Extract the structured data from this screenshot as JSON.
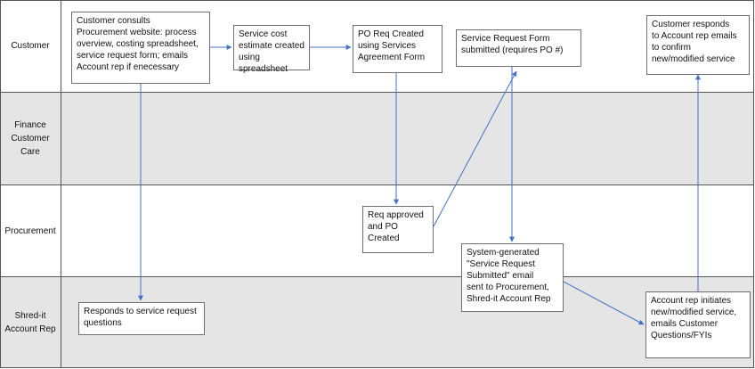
{
  "colors": {
    "lane_shaded": "#e5e5e5",
    "lane_white": "#ffffff",
    "arrow": "#4472c4",
    "border": "#555555"
  },
  "lanes": [
    {
      "label": "Customer"
    },
    {
      "label": "Finance\nCustomer\nCare"
    },
    {
      "label": "Procurement"
    },
    {
      "label": "Shred-it\nAccount Rep"
    }
  ],
  "steps": {
    "consults": "Customer consults\nProcurement website: process\noverview, costing spreadsheet,\nservice request form; emails\nAccount rep if enecessary",
    "estimate": "Service cost\nestimate created\nusing spreadsheet",
    "po_req": "PO Req Created\nusing Services\nAgreement Form",
    "srf": "Service Request Form\nsubmitted (requires PO #)",
    "cust_responds": "Customer responds\nto Account rep emails\nto confirm\nnew/modified service",
    "req_approved": "Req approved\nand PO\nCreated",
    "system_generated": "System-generated\n\"Service Request\nSubmitted\" email\nsent to Procurement,\nShred-it Account Rep",
    "responds": "Responds to service request\nquestions",
    "account_rep": "Account rep initiates\nnew/modified service,\nemails Customer\nQuestions/FYIs"
  }
}
